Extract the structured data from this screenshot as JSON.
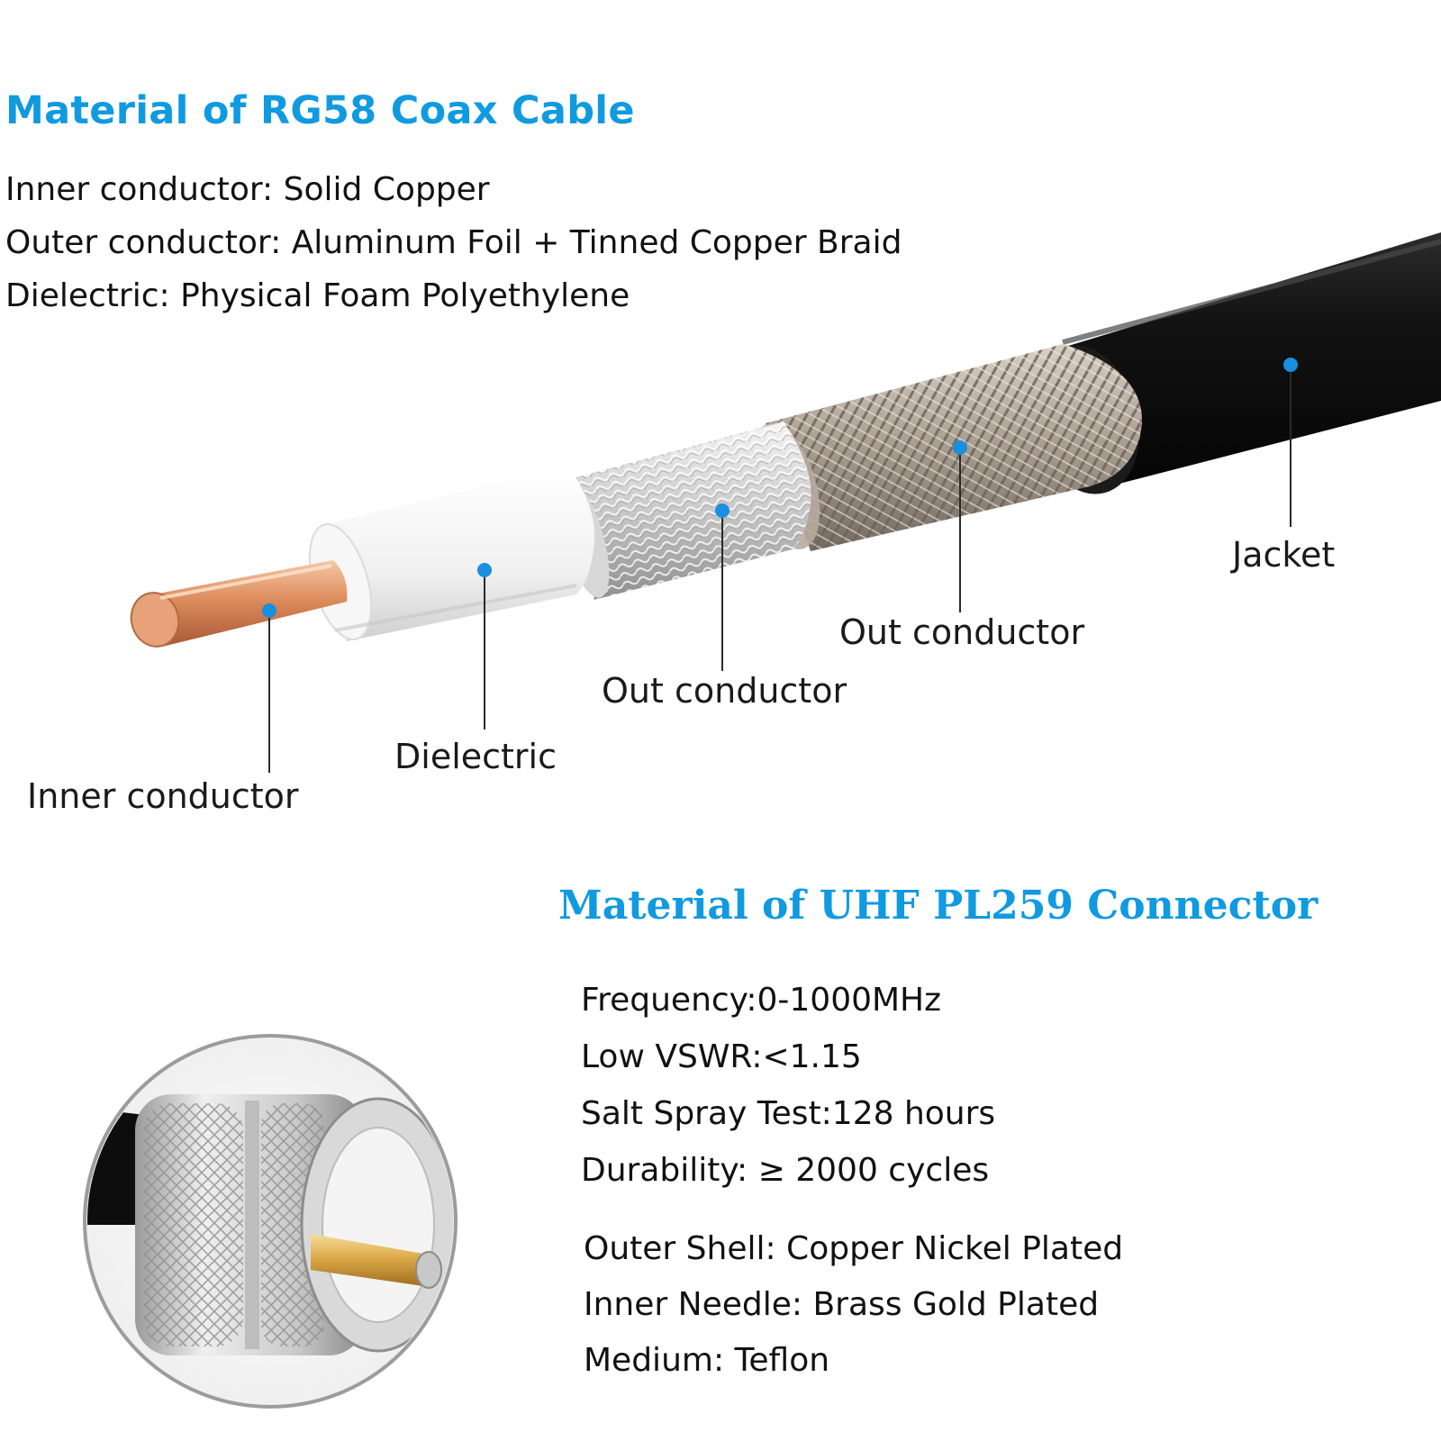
{
  "cable": {
    "heading": "Material of RG58 Coax Cable",
    "specs": [
      "Inner conductor: Solid Copper",
      "Outer conductor: Aluminum Foil + Tinned Copper Braid",
      "Dielectric: Physical Foam Polyethylene"
    ],
    "callouts": {
      "inner_conductor": "Inner conductor",
      "dielectric": "Dielectric",
      "foil": "Out conductor",
      "braid": "Out conductor",
      "jacket": "Jacket"
    }
  },
  "connector": {
    "heading": "Material of UHF PL259 Connector",
    "performance": [
      "Frequency:0-1000MHz",
      "Low VSWR:<1.15",
      "Salt Spray Test:128 hours",
      "Durability: ≥ 2000 cycles"
    ],
    "materials": [
      "Outer Shell: Copper Nickel Plated",
      "Inner Needle: Brass Gold Plated",
      "Medium: Teflon"
    ]
  },
  "colors": {
    "accent": "#109ae0",
    "marker": "#1a8fe0",
    "jacket": "#111111",
    "copper": "#d98a5c",
    "dielectric": "#f2f2f2"
  }
}
